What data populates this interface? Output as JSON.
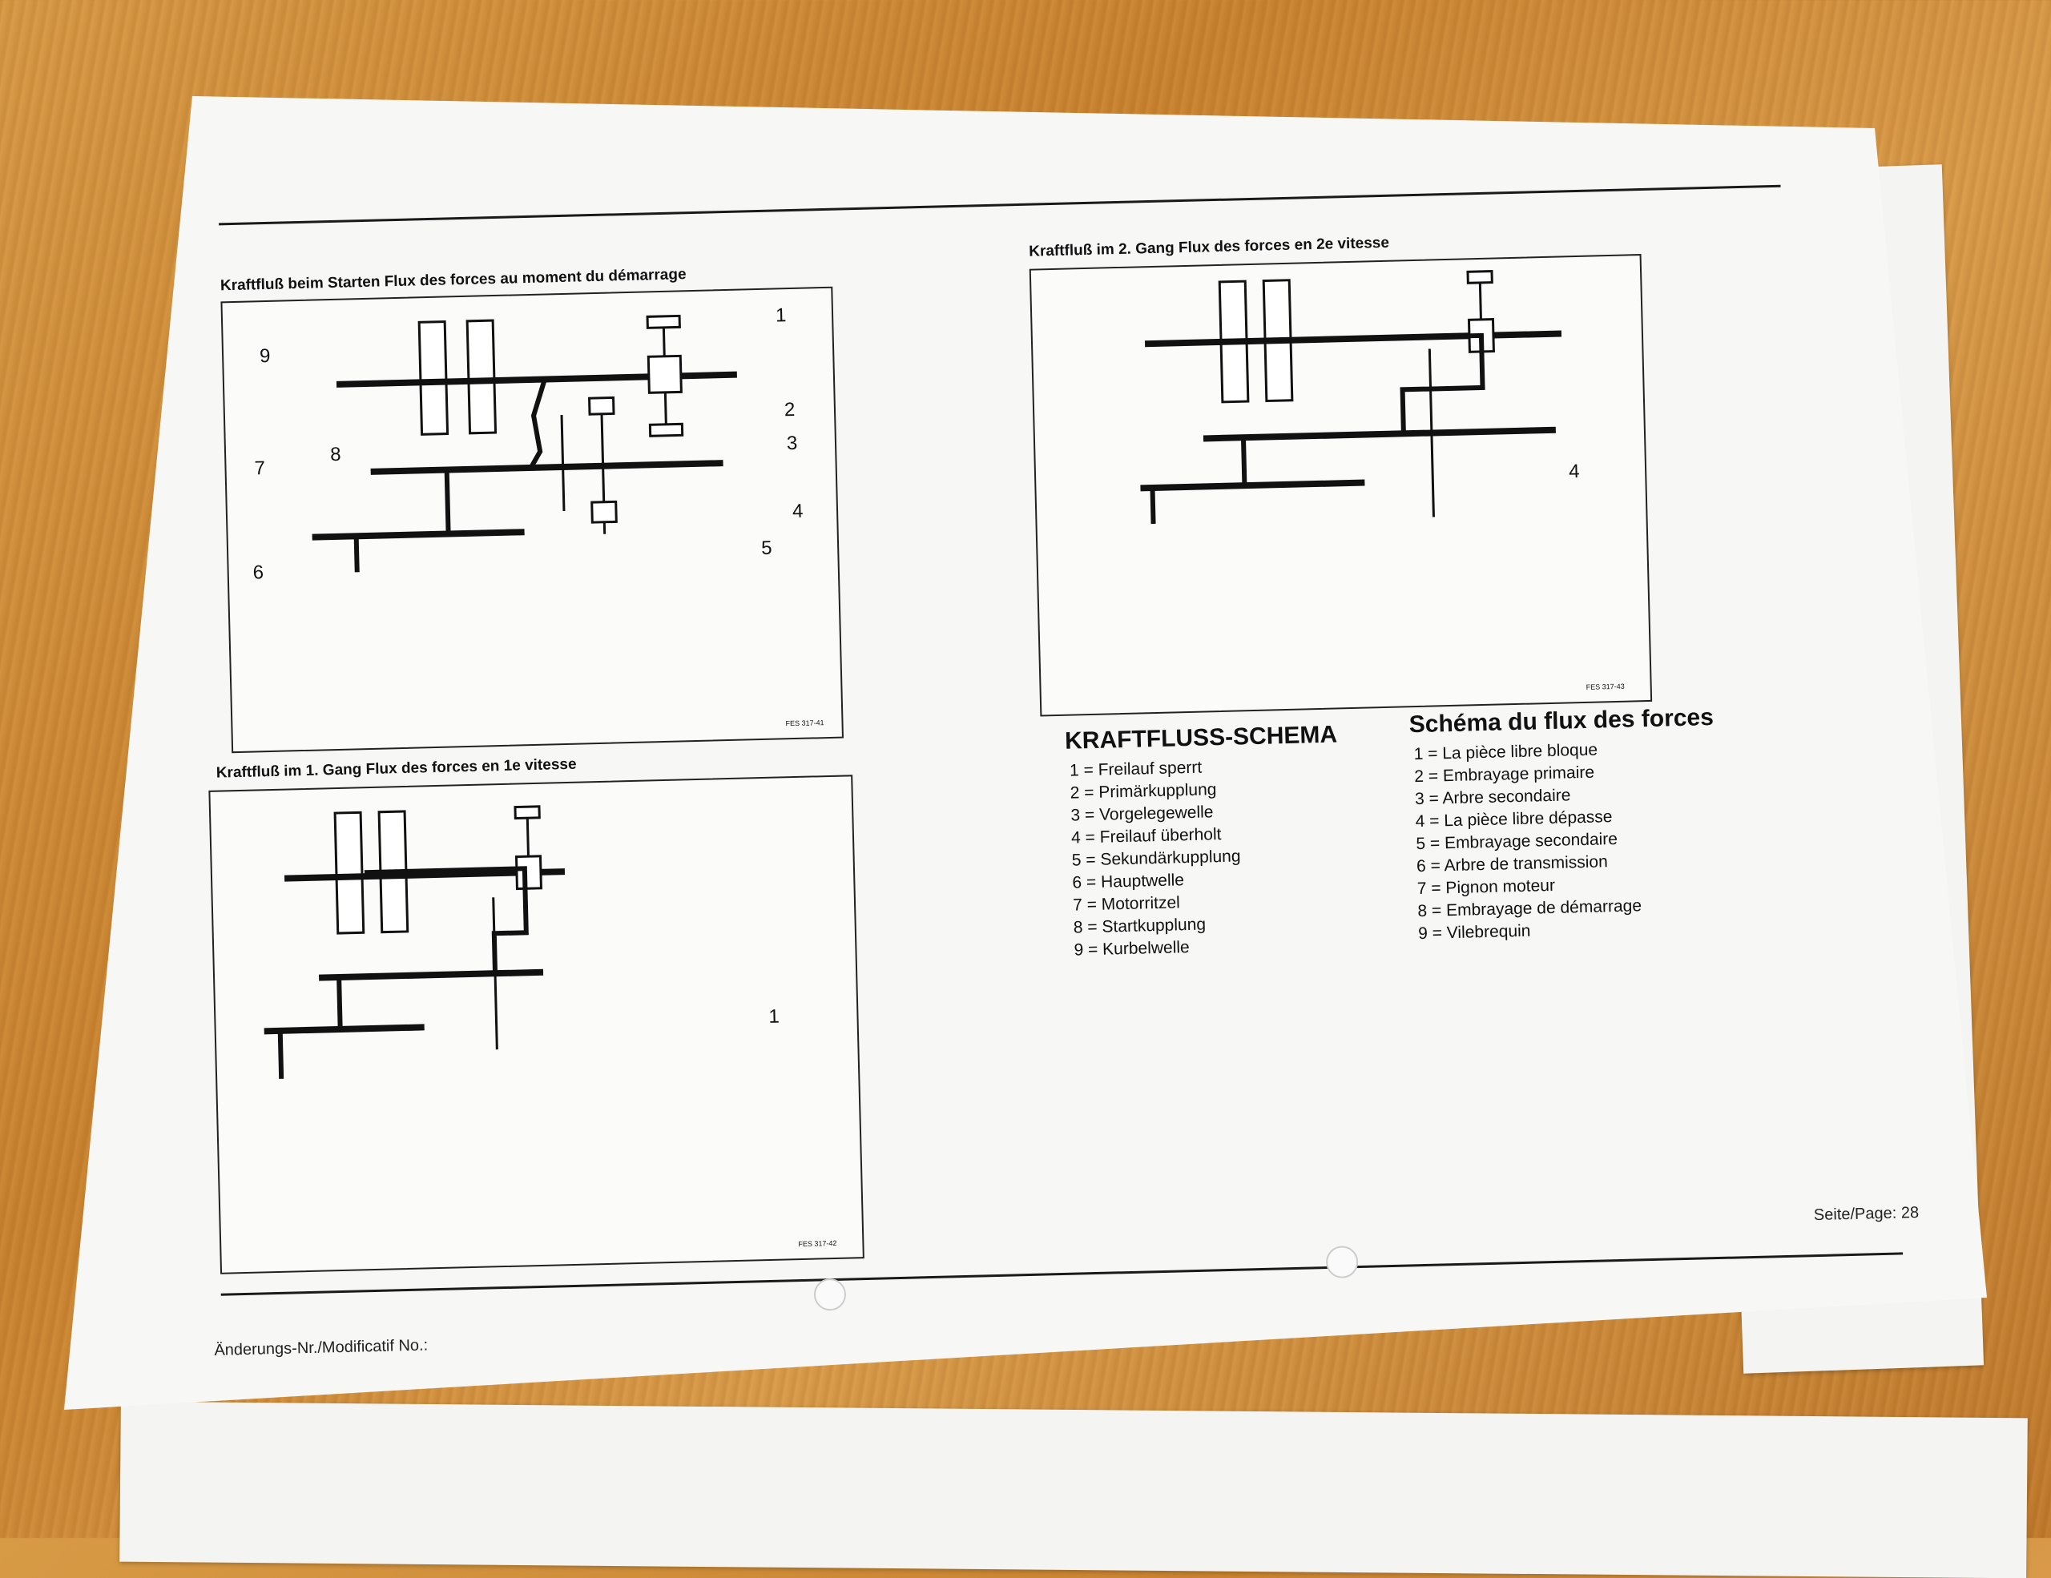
{
  "diagrams": {
    "start": {
      "caption": "Kraftfluß beim Starten  Flux des forces au moment du démarrage",
      "callouts": [
        "9",
        "8",
        "7",
        "6",
        "1",
        "2",
        "3",
        "4",
        "5"
      ],
      "code": "FES 317-41"
    },
    "first_gear": {
      "caption": "Kraftfluß im 1. Gang  Flux des forces en 1e vitesse",
      "callouts": [
        "1"
      ],
      "code": "FES 317-42"
    },
    "second_gear": {
      "caption": "Kraftfluß im 2. Gang  Flux des forces en 2e vitesse",
      "callouts": [
        "4"
      ],
      "code": "FES 317-43"
    }
  },
  "legend_de": {
    "title": "KRAFTFLUSS-SCHEMA",
    "items": [
      "1 = Freilauf sperrt",
      "2 = Primärkupplung",
      "3 = Vorgelegewelle",
      "4 = Freilauf überholt",
      "5 = Sekundärkupplung",
      "6 = Hauptwelle",
      "7 = Motorritzel",
      "8 = Startkupplung",
      "9 = Kurbelwelle"
    ]
  },
  "legend_fr": {
    "title": "Schéma du flux des forces",
    "items": [
      "1 = La pièce libre bloque",
      "2 = Embrayage primaire",
      "3 = Arbre secondaire",
      "4 = La pièce libre dépasse",
      "5 = Embrayage secondaire",
      "6 = Arbre de transmission",
      "7 = Pignon moteur",
      "8 = Embrayage de démarrage",
      "9 = Vilebrequin"
    ]
  },
  "footer": {
    "page": "Seite/Page: 28",
    "modification": "Änderungs-Nr./Modificatif No.:"
  }
}
